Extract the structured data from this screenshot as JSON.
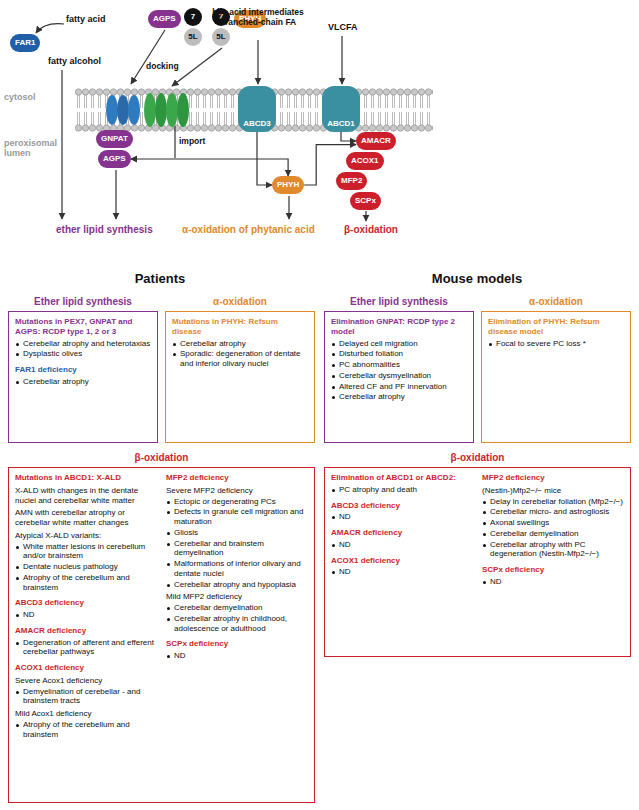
{
  "diagram": {
    "nodes": [
      {
        "text": [
          "FAR1"
        ]
      },
      {
        "text": [
          "AGPS"
        ]
      },
      {
        "text": [
          "7"
        ]
      },
      {
        "text": [
          "5L"
        ]
      },
      {
        "text": [
          "7"
        ]
      },
      {
        "text": [
          "PHYH"
        ]
      },
      {
        "text": [
          "5L"
        ]
      },
      {
        "text": [
          "GNPAT"
        ]
      },
      {
        "text": [
          "AGPS"
        ]
      },
      {
        "text": [
          "ABCD3"
        ]
      },
      {
        "text": [
          "ABCD1"
        ]
      },
      {
        "text": [
          "PHYH"
        ]
      },
      {
        "text": [
          "AMACR"
        ]
      },
      {
        "text": [
          "ACOX1"
        ]
      },
      {
        "text": [
          "MFP2"
        ]
      },
      {
        "text": [
          "SCPx"
        ]
      },
      {
        "text": [
          "Ether lipid synthesis",
          "Mutations in PEX7, GNPAT and AGPS: RCDP type 1, 2 or 3",
          "Cerebellar atrophy and heterotaxias",
          "Dysplastic olives",
          "FAR1 deficiency",
          "Cerebellar atrophy"
        ]
      },
      {
        "text": [
          "α-oxidation",
          "Mutations in PHYH: Refsum disease",
          "Cerebellar atrophy",
          "Sporadic: degeneration of dentate and inferior olivary nuclei"
        ]
      },
      {
        "text": [
          "β-oxidation",
          "Mutations in ABCD1: X-ALD",
          "X-ALD with changes in the dentate nuclei and cerebellar white matter",
          "AMN with cerebellar atrophy or cerebellar white matter changes",
          "Atypical X-ALD variants:",
          "White matter lesions in cerebellum and/or brainstem",
          "Dentate nucleus pathology",
          "Atrophy of the cerebellum and brainstem",
          "ABCD3 deficiency",
          "ND",
          "AMACR deficiency",
          "Degeneration of afferent and efferent cerebellar pathways",
          "ACOX1 deficiency",
          "Severe Acox1 deficiency",
          "Demyelination of cerebellar - and brainstem tracts",
          "Mild Acox1 deficiency",
          "Atrophy of the cerebellum and brainstem",
          "MFP2 deficiency",
          "Severe MFP2 deficiency",
          "Ectopic or degenerating PCs",
          "Defects in granule cell migration and maturation",
          "Gliosis",
          "Cerebellar and brainstem demyelination",
          "Malformations of inferior olivary and dentate nuclei",
          "Cerebellar atrophy and hypoplasia",
          "Mild MFP2 deficiency",
          "Cerebellar demyelination",
          "Cerebellar atrophy in childhood, adolescence or adulthood",
          "SCPx deficiency",
          "ND"
        ]
      },
      {
        "text": [
          "Ether lipid synthesis",
          "Elimination GNPAT: RCDP type 2 model",
          "Delayed cell migration",
          "Disturbed foliation",
          "PC abnormalities",
          "Cerebellar dysmyelination",
          "Altered CF and PF innervation",
          "Cerebellar atrophy"
        ]
      },
      {
        "text": [
          "α-oxidation",
          "Elimination of PHYH: Refsum disease model",
          "Focal to severe PC loss *"
        ]
      },
      {
        "text": [
          "β-oxidation",
          "Elimination of ABCD1 or ABCD2:",
          "PC atrophy and death",
          "ABCD3 deficiency",
          "ND",
          "AMACR deficiency",
          "ND",
          "ACOX1 deficiency",
          "ND",
          "MFP2 deficiency",
          "(Nestin-)Mfp2−/− mice",
          "Delay in cerebellar foliation (Mfp2−/−)",
          "Cerebellar micro- and astrogliosis",
          "Axonal swellings",
          "Cerebellar demyelination",
          "Cerebellar atrophy with PC degeneration (Nestin-Mfp2−/−)",
          "SCPx deficiency",
          "ND"
        ]
      }
    ],
    "edges": [
      {
        "from": 8,
        "to": 11,
        "arrow": "both"
      },
      {
        "from": 9,
        "to": 11,
        "arrow": "to"
      },
      {
        "from": 11,
        "to": 12,
        "arrow": "to"
      },
      {
        "from": 10,
        "to": 12,
        "arrow": "to"
      }
    ],
    "labels": [
      "fatty acid",
      "fatty alcohol",
      "docking",
      "import",
      "bile acid intermediates branched-chain FA",
      "VLCFA",
      "cytosol",
      "peroxisomal lumen",
      "ether lipid synthesis",
      "α-oxidation of phytanic acid",
      "β-oxidation",
      "Patients",
      "Mouse models"
    ]
  }
}
